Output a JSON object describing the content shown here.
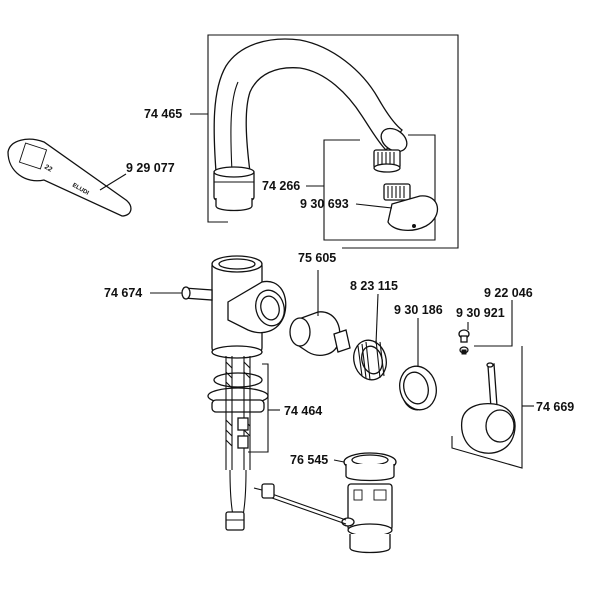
{
  "diagram": {
    "labels": {
      "spout": "74 465",
      "spout_outlet_group": "74 266",
      "aerator": "9 30 693",
      "spanner": "9 29 077",
      "spanner_text_a": "ELUDI",
      "spanner_text_b": "22",
      "body_lever": "74 674",
      "cartridge": "75 605",
      "cartridge_nut": "8 23 115",
      "escutcheon": "9 30 186",
      "group_screw": "9 22 046",
      "screw": "9 30 921",
      "handle_group": "74 669",
      "fixing_set": "74 464",
      "waste_set": "76 545"
    }
  }
}
